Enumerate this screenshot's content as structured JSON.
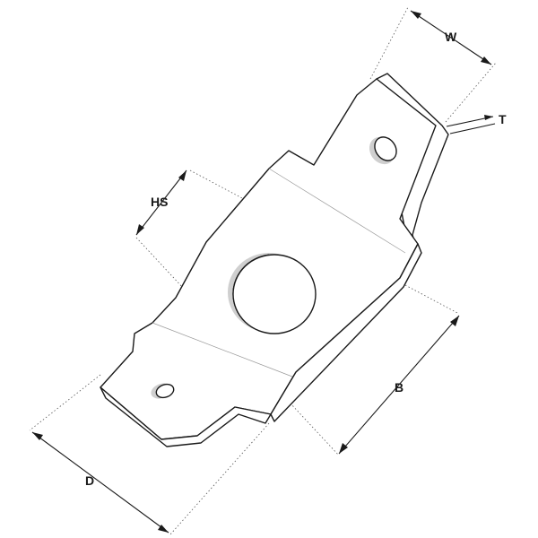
{
  "dimensions": {
    "w_label": "W",
    "t_label": "T",
    "hs_label": "HS",
    "b_label": "B",
    "d_label": "D"
  },
  "colors": {
    "outline": "#1a1a1a",
    "background": "#ffffff",
    "hole_shadow": "#cfcfcf"
  }
}
